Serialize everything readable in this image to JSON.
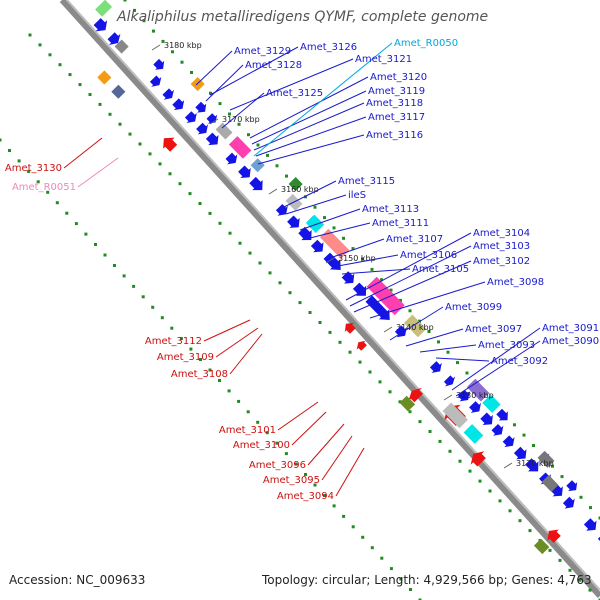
{
  "title": "Alkaliphilus metalliredigens QYMF, complete genome",
  "footer": {
    "accession": "Accession: NC_009633",
    "topology": "Topology: circular; Length: 4,929,566 bp; Genes: 4,763"
  },
  "colors": {
    "forward_label": "#1a1acc",
    "reverse_label": "#cc1111",
    "rrna_label": "#00a8e0",
    "trna_label": "#ee88bb",
    "backbone": "#888888",
    "gc_dots": "#228B22"
  },
  "ticks": [
    {
      "label": "3180 kbp"
    },
    {
      "label": "3170 kbp"
    },
    {
      "label": "3160 kbp"
    },
    {
      "label": "3150 kbp"
    },
    {
      "label": "3140 kbp"
    },
    {
      "label": "3130 kbp"
    },
    {
      "label": "3120 kbp"
    }
  ],
  "genes_forward": [
    {
      "label": "Amet_3129"
    },
    {
      "label": "Amet_3126"
    },
    {
      "label": "Amet_3128"
    },
    {
      "label": "Amet_3121"
    },
    {
      "label": "Amet_3125"
    },
    {
      "label": "Amet_3120"
    },
    {
      "label": "Amet_3119"
    },
    {
      "label": "Amet_3118"
    },
    {
      "label": "Amet_3117"
    },
    {
      "label": "Amet_3116"
    },
    {
      "label": "Amet_3115"
    },
    {
      "label": "ileS"
    },
    {
      "label": "Amet_3113"
    },
    {
      "label": "Amet_3111"
    },
    {
      "label": "Amet_3107"
    },
    {
      "label": "Amet_3106"
    },
    {
      "label": "Amet_3105"
    },
    {
      "label": "Amet_3104"
    },
    {
      "label": "Amet_3103"
    },
    {
      "label": "Amet_3102"
    },
    {
      "label": "Amet_3098"
    },
    {
      "label": "Amet_3099"
    },
    {
      "label": "Amet_3097"
    },
    {
      "label": "Amet_3093"
    },
    {
      "label": "Amet_3092"
    },
    {
      "label": "Amet_3091"
    },
    {
      "label": "Amet_3090"
    }
  ],
  "genes_rrna": [
    {
      "label": "Amet_R0050"
    }
  ],
  "genes_reverse": [
    {
      "label": "Amet_3130"
    },
    {
      "label": "Amet_3112"
    },
    {
      "label": "Amet_3109"
    },
    {
      "label": "Amet_3108"
    },
    {
      "label": "Amet_3101"
    },
    {
      "label": "Amet_3100"
    },
    {
      "label": "Amet_3096"
    },
    {
      "label": "Amet_3095"
    },
    {
      "label": "Amet_3094"
    }
  ],
  "genes_trna": [
    {
      "label": "Amet_R0051"
    }
  ]
}
